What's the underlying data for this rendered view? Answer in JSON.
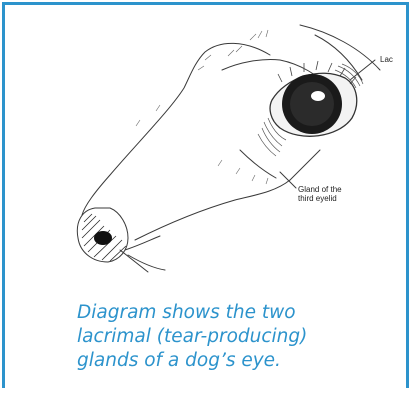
{
  "diagram": {
    "labels": {
      "lacrimal": "Lac",
      "third_eyelid_line1": "Gland of the",
      "third_eyelid_line2": "third eyelid"
    }
  },
  "caption": {
    "line1": "Diagram shows the two",
    "line2": "lacrimal (tear-producing)",
    "line3": "glands of a dog’s eye."
  },
  "colors": {
    "border": "#2c93cc",
    "caption": "#2c93cc"
  }
}
